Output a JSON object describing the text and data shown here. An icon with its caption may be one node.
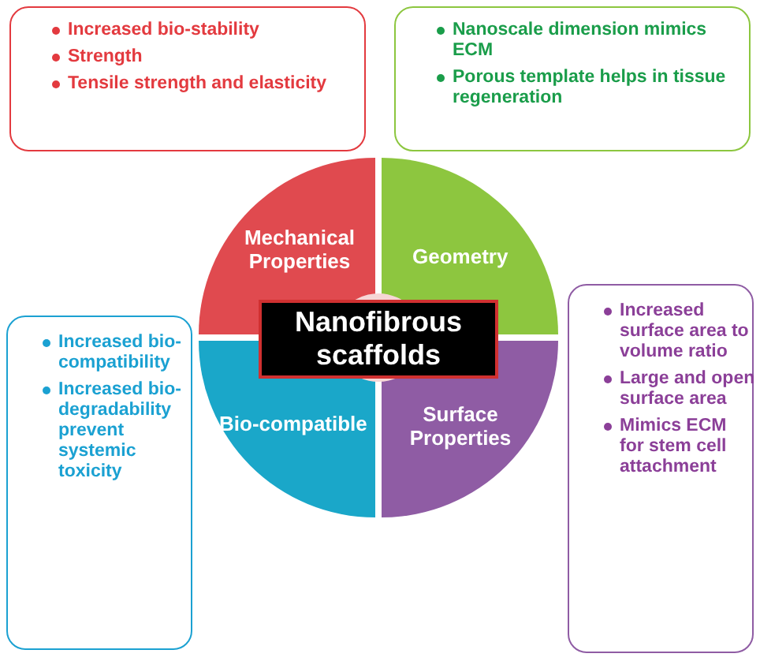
{
  "diagram": {
    "nodes": [
      {
        "text": [
          "Increased bio-stability",
          "Strength",
          "Tensile strength and elasticity"
        ]
      },
      {
        "text": [
          "Nanoscale dimension mimics ECM",
          "Porous template helps in tissue regeneration"
        ]
      },
      {
        "text": [
          "Mechanical Properties"
        ]
      },
      {
        "text": [
          "Geometry"
        ]
      },
      {
        "text": [
          "Nanofibrous scaffolds"
        ]
      },
      {
        "text": [
          "Bio-compatible"
        ]
      },
      {
        "text": [
          "Surface Properties"
        ]
      },
      {
        "text": [
          "Increased bio-compatibility",
          "Increased bio-degradability prevent systemic toxicity"
        ]
      },
      {
        "text": [
          "Increased surface area to volume ratio",
          "Large and open surface area",
          "Mimics ECM for stem cell attachment"
        ]
      }
    ]
  }
}
